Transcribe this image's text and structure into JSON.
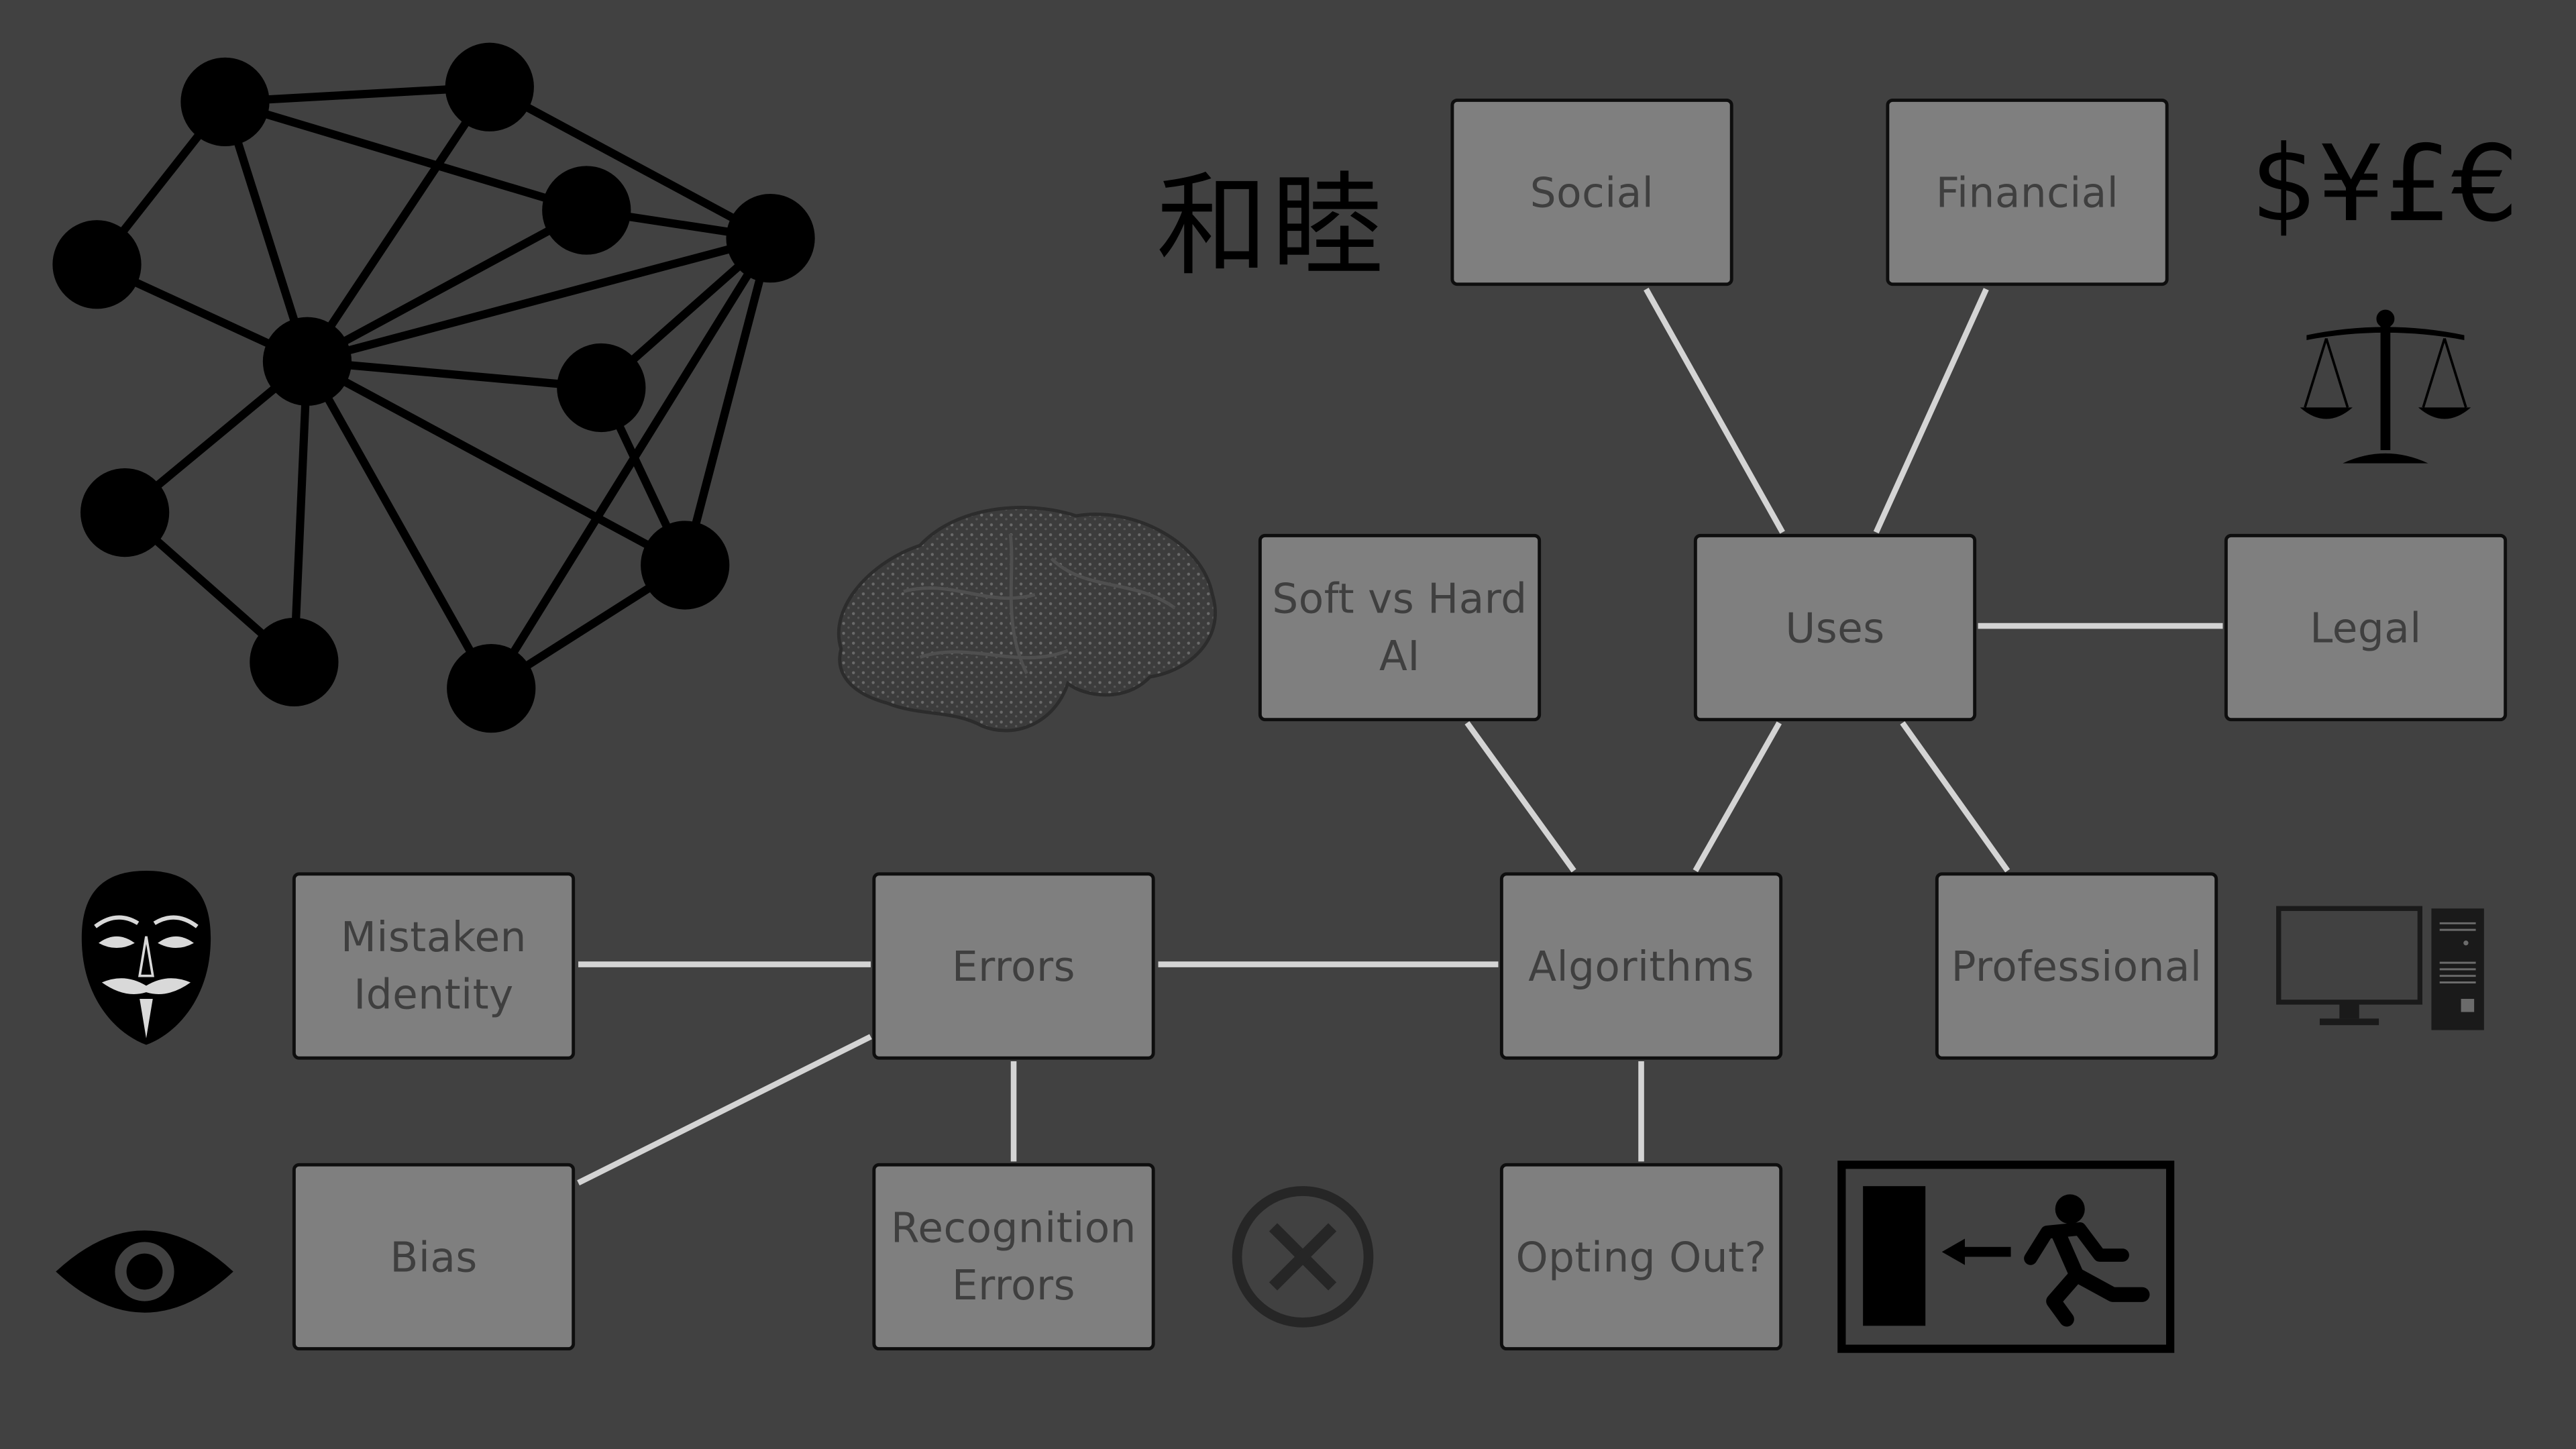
{
  "nodes": {
    "social": "Social",
    "financial": "Financial",
    "soft_hard": "Soft vs Hard\nAI",
    "uses": "Uses",
    "legal": "Legal",
    "mistaken": "Mistaken\nIdentity",
    "errors": "Errors",
    "algorithms": "Algorithms",
    "professional": "Professional",
    "bias": "Bias",
    "recognition": "Recognition\nErrors",
    "opting": "Opting Out?"
  },
  "decorations": {
    "cjk_text": "和睦",
    "currency_text": "$¥£€",
    "icons": [
      "network-graph-icon",
      "brain-icon",
      "scales-of-justice-icon",
      "mask-icon",
      "eye-icon",
      "error-x-icon",
      "computer-icon",
      "emergency-exit-icon"
    ]
  },
  "colors": {
    "background": "#414141",
    "node_fill": "#7f7f7f",
    "node_text": "#3f3f3f",
    "connector": "#d4d4d4"
  }
}
